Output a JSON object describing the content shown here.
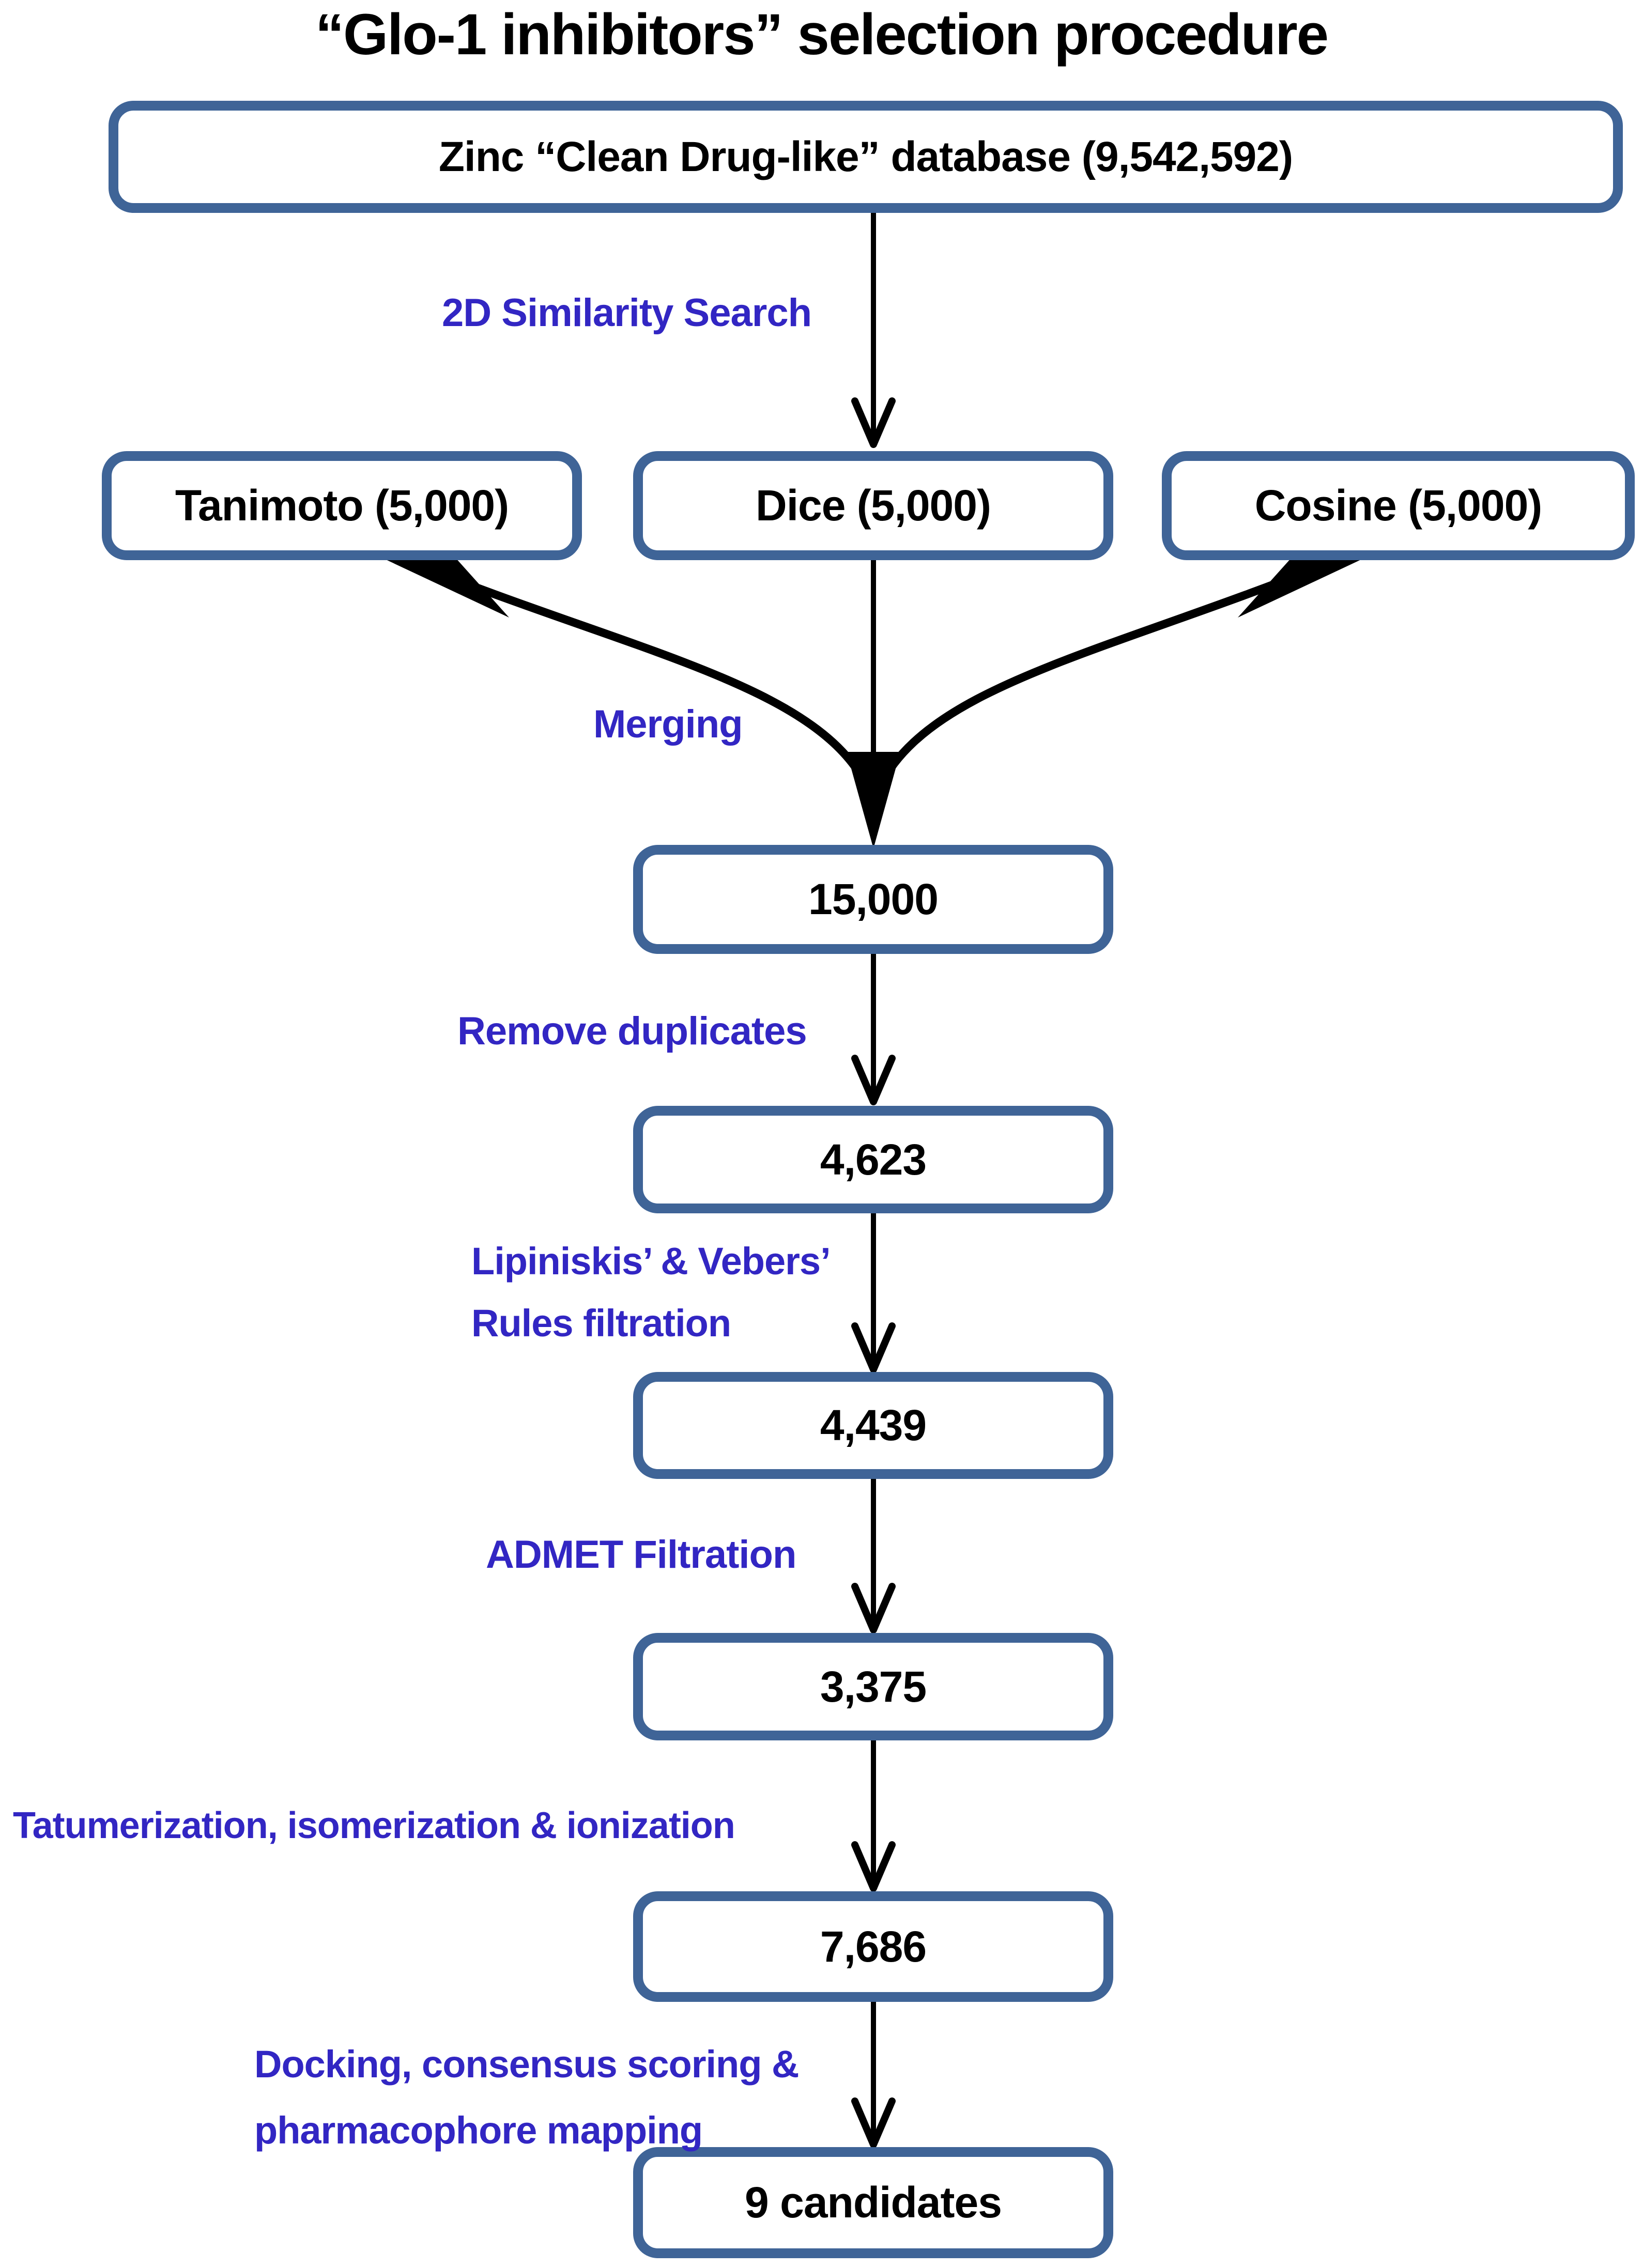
{
  "title": "“Glo-1 inhibitors” selection procedure",
  "colors": {
    "box_border": "#3F6497",
    "step_label": "#3226C3",
    "node_text": "#000000",
    "arrow": "#000000",
    "background": "#FFFFFF"
  },
  "nodes": {
    "zinc_database": {
      "label": "Zinc “Clean Drug-like” database (9,542,592)",
      "count": "9,542,592"
    },
    "tanimoto": {
      "label": "Tanimoto (5,000)",
      "count": "5,000"
    },
    "dice": {
      "label": "Dice (5,000)",
      "count": "5,000"
    },
    "cosine": {
      "label": "Cosine (5,000)",
      "count": "5,000"
    },
    "merged_total": {
      "label": "15,000"
    },
    "after_remove_duplicates": {
      "label": "4,623"
    },
    "after_rules_filtration": {
      "label": "4,439"
    },
    "after_admet_filtration": {
      "label": "3,375"
    },
    "after_state_generation": {
      "label": "7,686"
    },
    "final_candidates": {
      "label": "9 candidates"
    }
  },
  "steps": {
    "similarity_search": "2D Similarity Search",
    "merging": "Merging",
    "remove_duplicates": "Remove duplicates",
    "rules_filtration_line1": "Lipiniskis’ & Vebers’",
    "rules_filtration_line2": "Rules filtration",
    "admet_filtration": "ADMET Filtration",
    "state_generation": "Tatumerization, isomerization & ionization",
    "docking_line1": "Docking, consensus scoring &",
    "docking_line2": "pharmacophore mapping"
  }
}
